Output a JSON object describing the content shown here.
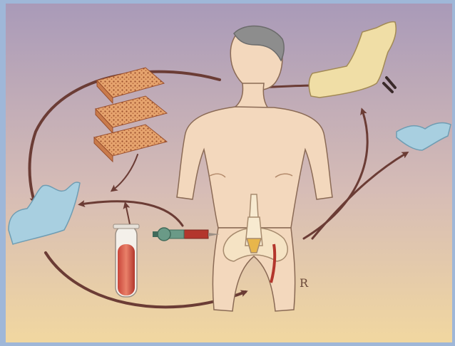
{
  "figure": {
    "border_color": "#9fb7d8",
    "background_top": "#a99ab8",
    "background_bottom": "#f1d7a0",
    "arrow_color": "#6b3c35",
    "sponge_color": "#e6a46e",
    "sponge_dot_color": "#9a4f2d",
    "scaffold_blue": "#a8cfe0",
    "graft_bone_color": "#f0dea6",
    "skin_color": "#f3d8bd",
    "blood_color": "#b3362c",
    "syringe_green": "#6a9a87",
    "artist_signature": "R"
  },
  "elements": [
    "human-figure",
    "mandible-graft",
    "collagen-sponge-stack",
    "blue-mandible-scaffold",
    "blue-bone-fragment",
    "bone-marrow-test-tube",
    "bone-marrow-syringe",
    "iliac-crest-harvest"
  ]
}
